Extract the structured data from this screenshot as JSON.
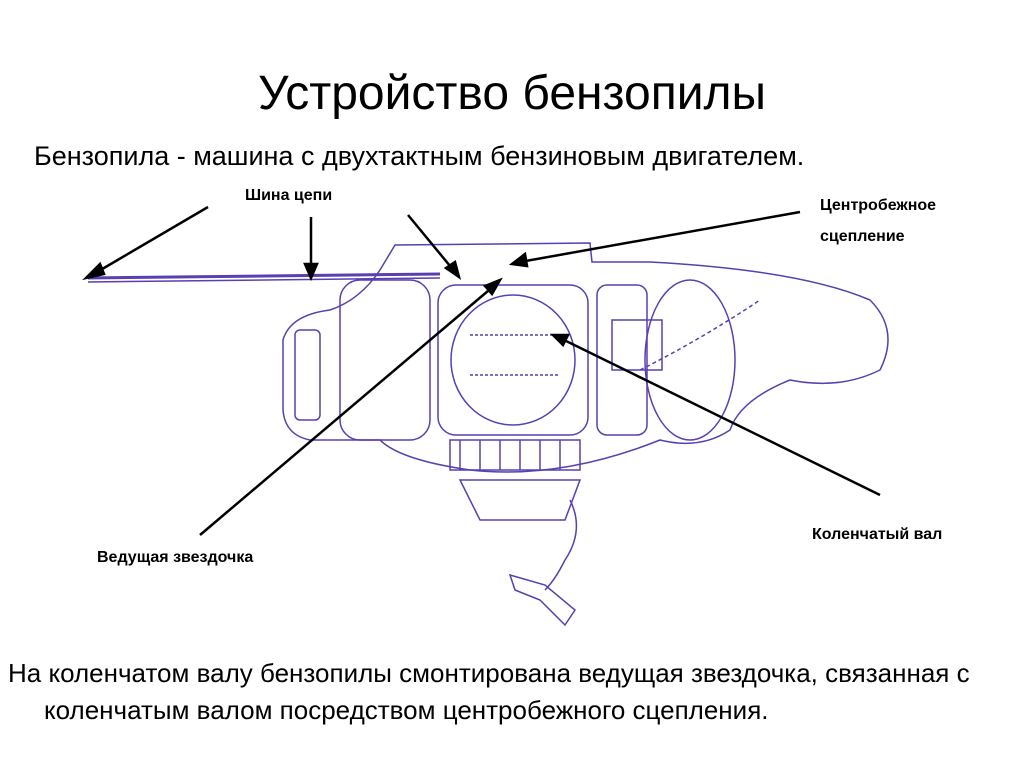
{
  "slide": {
    "title": "Устройство бензопилы",
    "subtitle": "Бензопила - машина с двухтактным бензиновым двигателем.",
    "labels": {
      "bar": "Шина цепи",
      "clutch_line1": "Центробежное",
      "clutch_line2": "сцепление",
      "sprocket": "Ведущая звездочка",
      "crankshaft": "Коленчатый вал"
    },
    "paragraph": "На коленчатом валу бензопилы смонтирована ведущая звездочка, связанная с коленчатым валом посредством центробежного сцепления."
  },
  "colors": {
    "drawing": "#5a3fb0",
    "arrows": "#000000"
  }
}
